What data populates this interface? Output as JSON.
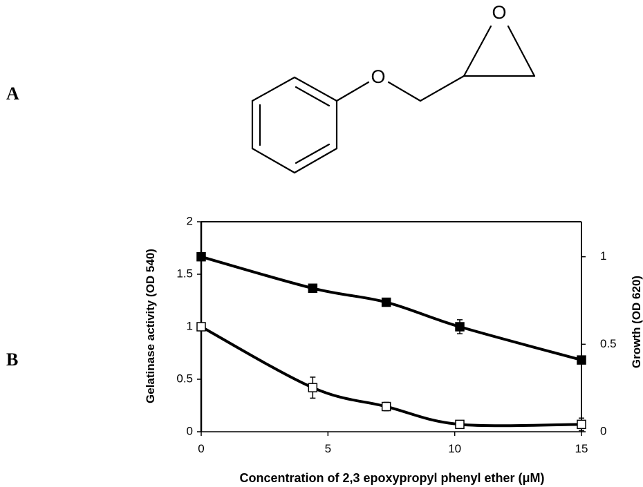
{
  "panels": {
    "a": "A",
    "b": "B"
  },
  "molecule": {
    "atoms": {
      "ether_oxygen": "O",
      "epoxide_oxygen": "O"
    }
  },
  "chart_data": {
    "type": "line",
    "title": "",
    "xlabel": "Concentration of 2,3 epoxypropyl phenyl ether (μM)",
    "ylabel": "Gelatinase activity (OD 540)",
    "y2label": "Growth (OD 620)",
    "xlim": [
      0,
      15
    ],
    "ylim": [
      0,
      2
    ],
    "y2lim": [
      0,
      1.2
    ],
    "xticks": [
      "0",
      "5",
      "10",
      "15"
    ],
    "xtick_values": [
      0,
      5,
      10,
      15
    ],
    "yticks": [
      "0",
      "0.5",
      "1",
      "1.5",
      "2"
    ],
    "ytick_values": [
      0,
      0.5,
      1,
      1.5,
      2
    ],
    "y2ticks": [
      "0",
      "0.5",
      "1"
    ],
    "y2tick_values": [
      0,
      0.5,
      1
    ],
    "grid": false,
    "series": [
      {
        "marker": "filled-square",
        "axis": "right",
        "x": [
          0,
          4.4,
          7.3,
          10.2,
          15
        ],
        "values": [
          1.0,
          0.82,
          0.74,
          0.6,
          0.41
        ],
        "errors": [
          0.01,
          0.02,
          0.01,
          0.04,
          0.0
        ]
      },
      {
        "marker": "open-square",
        "axis": "left",
        "x": [
          0,
          4.4,
          7.3,
          10.2,
          15
        ],
        "values": [
          1.0,
          0.42,
          0.24,
          0.07,
          0.07
        ],
        "errors": [
          0.01,
          0.1,
          0.04,
          0.02,
          0.06
        ]
      }
    ],
    "colors": {
      "line": "#000000",
      "open_fill": "#ffffff"
    }
  }
}
